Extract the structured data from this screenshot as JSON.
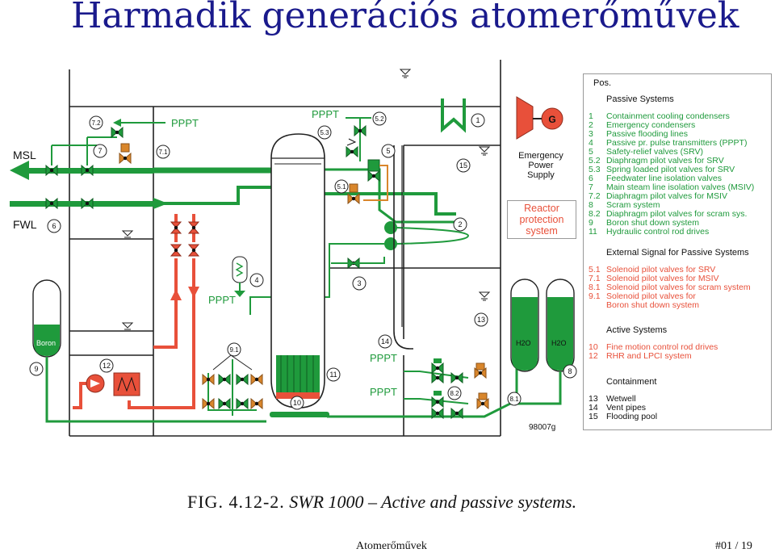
{
  "slide": {
    "title": "Harmadik generációs atomerőművek",
    "caption_fig": "FIG. 4.12-2.",
    "caption_text": "SWR 1000 – Active and passive systems.",
    "footer_center": "Atomerőművek",
    "footer_right": "#01 / 19"
  },
  "diagram": {
    "labels": {
      "msl": "MSL",
      "fwl": "FWL",
      "ppt_top_left": "PPPT",
      "ppt_top_center": "PPPT",
      "ppt_mid_left": "PPPT",
      "ppt_right_upper": "PPPT",
      "ppt_right_lower": "PPPT",
      "boron": "Boron",
      "h2o_left": "H2O",
      "h2o_right": "H2O",
      "emergency_power": [
        "Emergency",
        "Power",
        "Supply"
      ],
      "generator": "G",
      "code": "98007g"
    },
    "callouts": [
      "7.2",
      "7",
      "7.1",
      "6",
      "5.3",
      "5.2",
      "5",
      "5.1",
      "1",
      "15",
      "2",
      "3",
      "4",
      "12",
      "9",
      "9.1",
      "10",
      "11",
      "14",
      "13",
      "8",
      "8.2",
      "8.1"
    ],
    "reactor_protection": [
      "Reactor",
      "protection",
      "system"
    ],
    "colors": {
      "green": "#1f9a3c",
      "red": "#e8503a",
      "orange": "#d9862b",
      "line": "#222222",
      "title_blue": "#1a1a8c"
    }
  },
  "legend": {
    "pos": "Pos.",
    "passive_heading": "Passive Systems",
    "passive": [
      {
        "n": "1",
        "t": "Containment cooling condensers"
      },
      {
        "n": "2",
        "t": "Emergency condensers"
      },
      {
        "n": "3",
        "t": "Passive flooding lines"
      },
      {
        "n": "4",
        "t": "Passive pr. pulse transmitters (PPPT)"
      },
      {
        "n": "5",
        "t": "Safety-relief valves (SRV)"
      },
      {
        "n": "5.2",
        "t": "Diaphragm pilot valves for SRV"
      },
      {
        "n": "5.3",
        "t": "Spring loaded pilot valves for SRV"
      },
      {
        "n": "6",
        "t": "Feedwater line isolation valves"
      },
      {
        "n": "7",
        "t": "Main steam line isolation valves (MSIV)"
      },
      {
        "n": "7.2",
        "t": "Diaphragm pilot valves for MSIV"
      },
      {
        "n": "8",
        "t": "Scram system"
      },
      {
        "n": "8.2",
        "t": "Diaphragm pilot valves for scram sys."
      },
      {
        "n": "9",
        "t": "Boron shut down system"
      },
      {
        "n": "11",
        "t": "Hydraulic control rod drives"
      }
    ],
    "external_heading": "External Signal for Passive Systems",
    "external": [
      {
        "n": "5.1",
        "t": "Solenoid pilot valves for SRV"
      },
      {
        "n": "7.1",
        "t": "Solenoid pilot valves for MSIV"
      },
      {
        "n": "8.1",
        "t": "Solenoid pilot valves for scram system"
      },
      {
        "n": "9.1",
        "t": "Solenoid pilot valves for"
      },
      {
        "n": "",
        "t": "Boron shut down system"
      }
    ],
    "active_heading": "Active Systems",
    "active": [
      {
        "n": "10",
        "t": "Fine motion control rod drives"
      },
      {
        "n": "12",
        "t": "RHR and LPCI system"
      }
    ],
    "containment_heading": "Containment",
    "containment": [
      {
        "n": "13",
        "t": "Wetwell"
      },
      {
        "n": "14",
        "t": "Vent pipes"
      },
      {
        "n": "15",
        "t": "Flooding pool"
      }
    ]
  }
}
